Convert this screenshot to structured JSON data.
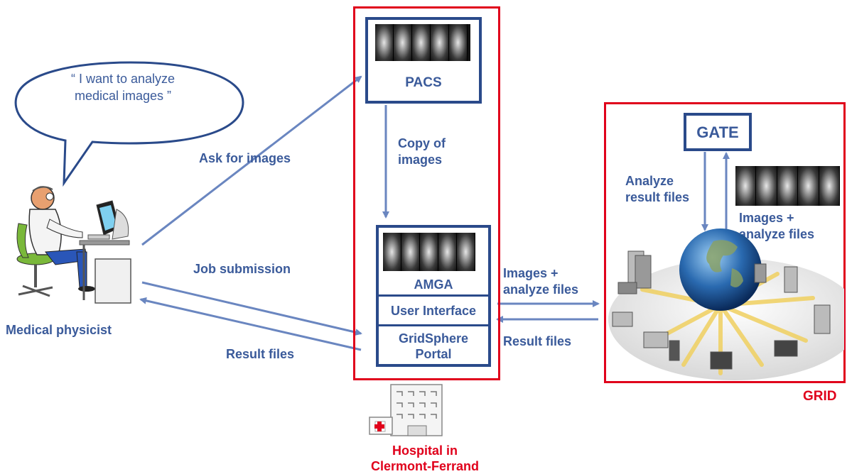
{
  "speech_bubble": "“ I want to analyze medical images ”",
  "labels": {
    "ask_for_images": "Ask for images",
    "job_submission": "Job submission",
    "result_files_left": "Result files",
    "medical_physicist": "Medical physicist",
    "copy_of_images": "Copy of images",
    "images_analyze_mid": "Images + analyze files",
    "result_files_mid": "Result files",
    "analyze_result_files": "Analyze result files",
    "images_analyze_grid": "Images + analyze files"
  },
  "hospital": {
    "pacs": "PACS",
    "amga": "AMGA",
    "user_interface": "User Interface",
    "gridsphere_portal": "GridSphere Portal",
    "caption": "Hospital in Clermont-Ferrand"
  },
  "grid": {
    "gate": "GATE",
    "caption": "GRID"
  },
  "icons": [
    "doctor-at-computer-icon",
    "brain-scan-image",
    "hospital-building-icon",
    "globe-network-icon"
  ],
  "colors": {
    "accent_blue": "#3a5a9a",
    "box_blue": "#2a4a8a",
    "red": "#e0001b",
    "arrow": "#6a86c0"
  }
}
